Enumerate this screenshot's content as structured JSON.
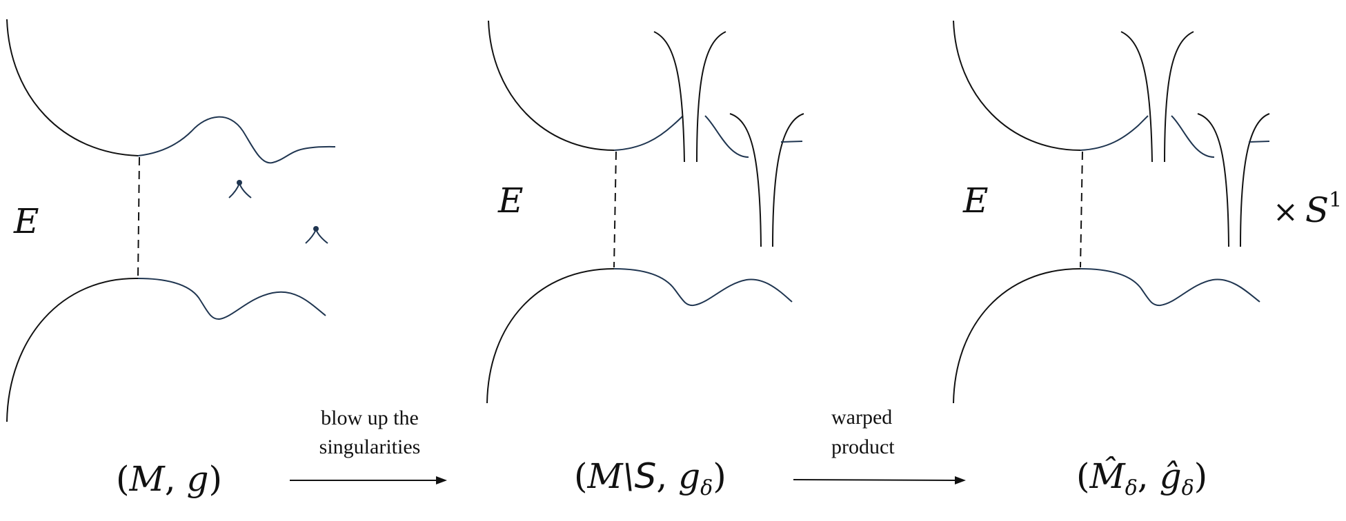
{
  "panels": [
    {
      "region_label": "E",
      "caption": {
        "open": "(",
        "main": "M",
        "sep": ", ",
        "metric": "g",
        "close": ")"
      }
    },
    {
      "region_label": "E",
      "caption": {
        "open": "(",
        "main": "M\\",
        "set": "S",
        "sep": ", ",
        "metric": "g",
        "sub": "δ",
        "close": ")"
      }
    },
    {
      "region_label": "E",
      "product_times": "×",
      "product_factor": "S",
      "product_sup": "1",
      "caption": {
        "open": "(",
        "main": "M̂",
        "sub1": "δ",
        "sep": ", ",
        "metric": "ĝ",
        "sub2": "δ",
        "close": ")"
      }
    }
  ],
  "arrows": [
    {
      "label_line1": "blow up the",
      "label_line2": "singularities"
    },
    {
      "label_line1": "warped",
      "label_line2": "product"
    }
  ]
}
